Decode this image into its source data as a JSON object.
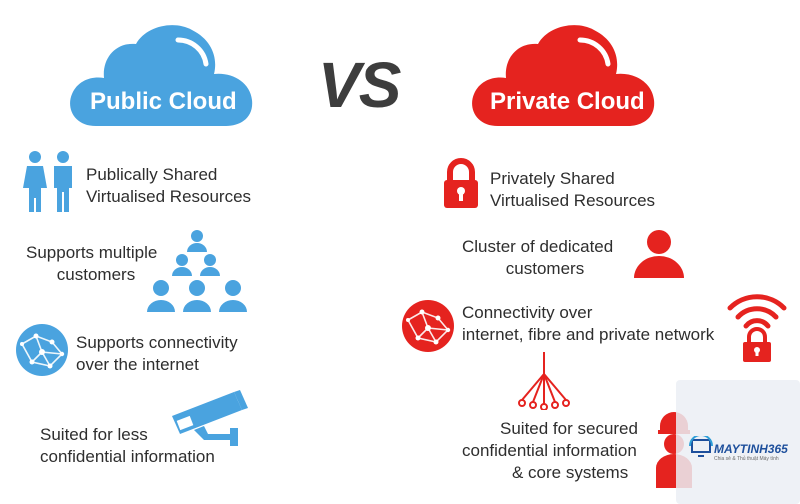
{
  "header": {
    "public_title": "Public Cloud",
    "vs": "VS",
    "private_title": "Private Cloud"
  },
  "colors": {
    "public_blue": "#4aa3df",
    "private_red": "#e5231f",
    "text": "#2e2e2e"
  },
  "public": {
    "items": [
      {
        "icon": "people-icon",
        "line1": "Publically Shared",
        "line2": "Virtualised Resources"
      },
      {
        "icon": "user-pyramid-icon",
        "line1": "Supports multiple",
        "line2": "customers"
      },
      {
        "icon": "globe-network-icon",
        "line1": "Supports connectivity",
        "line2": "over the internet"
      },
      {
        "icon": "security-camera-icon",
        "line1": "Suited for less",
        "line2": "confidential information"
      }
    ]
  },
  "private": {
    "items": [
      {
        "icon": "padlock-icon",
        "line1": "Privately Shared",
        "line2": "Virtualised Resources"
      },
      {
        "icon": "person-icon",
        "line1": "Cluster of dedicated",
        "line2": "customers"
      },
      {
        "icon": "globe-network-icon",
        "line1": "Connectivity over",
        "line2": "internet, fibre and private network"
      },
      {
        "icon": "guard-icon",
        "line1": "Suited for secured",
        "line2": "confidential information",
        "line3": "& core systems"
      }
    ]
  },
  "watermark": {
    "brand": "MAYTINH365",
    "tagline": "Chia sẻ & Thủ thuật Máy tính"
  }
}
